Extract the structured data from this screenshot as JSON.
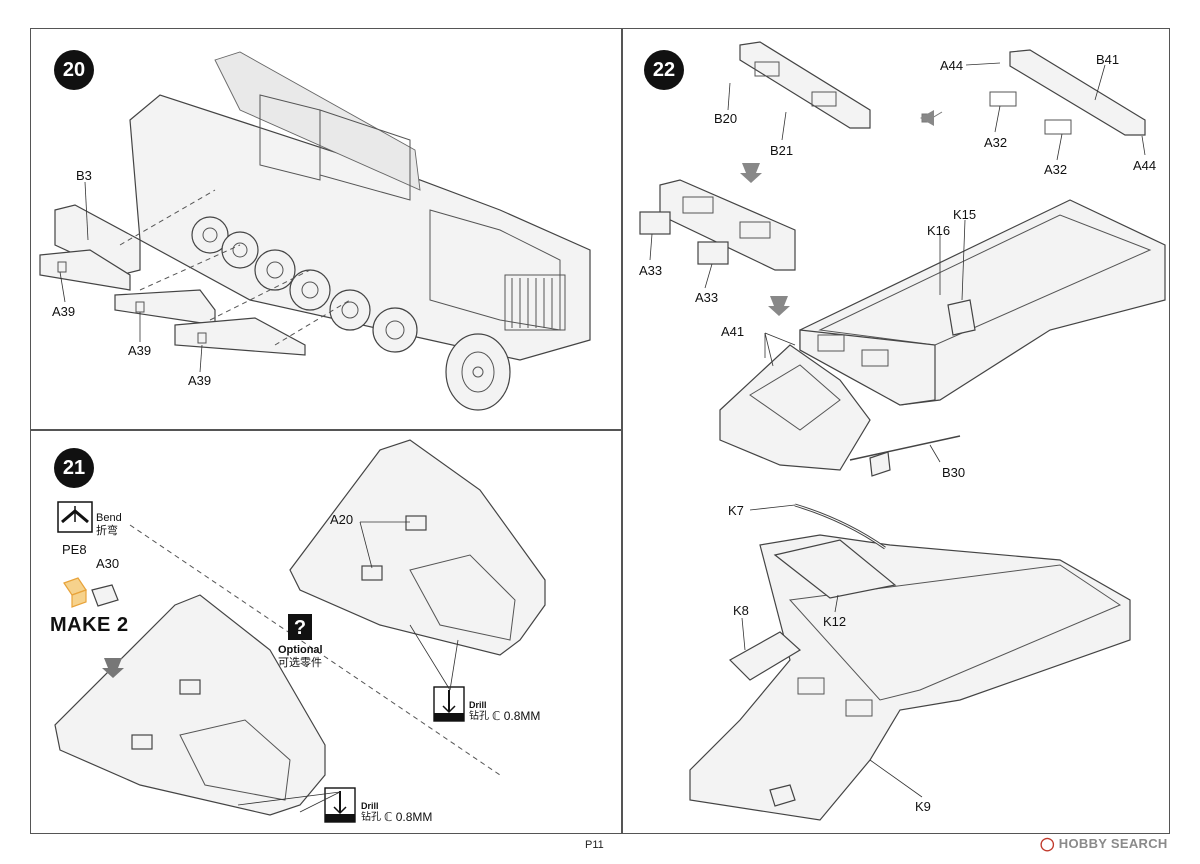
{
  "steps": {
    "s20": {
      "number": "20",
      "labels": {
        "b3": "B3",
        "a39_1": "A39",
        "a39_2": "A39",
        "a39_3": "A39"
      }
    },
    "s21": {
      "number": "21",
      "bend_en": "Bend",
      "bend_cn": "折弯",
      "pe8": "PE8",
      "a30": "A30",
      "make2": "MAKE 2",
      "a20": "A20",
      "optional_en": "Optional",
      "optional_cn": "可选零件",
      "drill_en": "Drill",
      "drill_cn": "钻孔",
      "drill_size": "ℂ 0.8MM",
      "drill_en_2": "Drill",
      "drill_cn_2": "钻孔",
      "drill_size_2": "ℂ 0.8MM"
    },
    "s22": {
      "number": "22",
      "labels": {
        "a44_1": "A44",
        "b41": "B41",
        "b20": "B20",
        "b21": "B21",
        "a32_1": "A32",
        "a32_2": "A32",
        "a44_2": "A44",
        "k16": "K16",
        "k15": "K15",
        "a33_1": "A33",
        "a33_2": "A33",
        "a41": "A41",
        "b30": "B30",
        "k7": "K7",
        "k8": "K8",
        "k12": "K12",
        "k9": "K9"
      }
    }
  },
  "footer": {
    "page": "P11"
  },
  "watermark": {
    "brand": "HOBBY SEARCH"
  },
  "colors": {
    "line": "#555555",
    "badge": "#111111",
    "pe_part": "#e8a33a"
  }
}
